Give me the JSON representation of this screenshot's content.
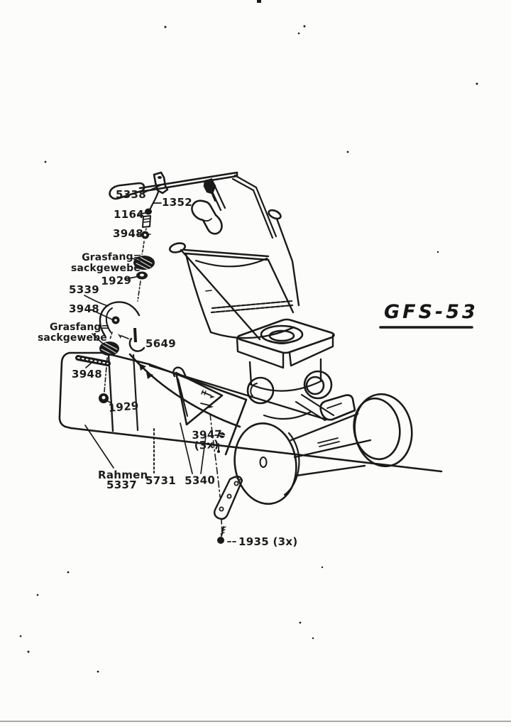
{
  "title": {
    "text": "GFS-53"
  },
  "colors": {
    "ink": "#1a1a1a",
    "paper": "#fcfcfb"
  },
  "labels": {
    "l5338": {
      "text": "5338"
    },
    "l1352": {
      "text": "1352"
    },
    "l1164": {
      "text": "1164"
    },
    "l3948a": {
      "text": "3948"
    },
    "gfa1": {
      "text": "Grasfang="
    },
    "gfa2": {
      "text": "sackgewebe"
    },
    "l1929a": {
      "text": "1929"
    },
    "l5339": {
      "text": "5339"
    },
    "l3948b": {
      "text": "3948"
    },
    "gfb1": {
      "text": "Grasfang="
    },
    "gfb2": {
      "text": "sackgewebe"
    },
    "l5649": {
      "text": "5649"
    },
    "l3948c": {
      "text": "3948"
    },
    "l1929b": {
      "text": "1929"
    },
    "l3947": {
      "text": "3947"
    },
    "l3947q": {
      "text": "(3x)"
    },
    "lrahmen": {
      "text": "Rahmen"
    },
    "l5337": {
      "text": "5337"
    },
    "l5731": {
      "text": "5731"
    },
    "l5340": {
      "text": "5340"
    },
    "l1935": {
      "text": "1935 (3x)"
    }
  }
}
